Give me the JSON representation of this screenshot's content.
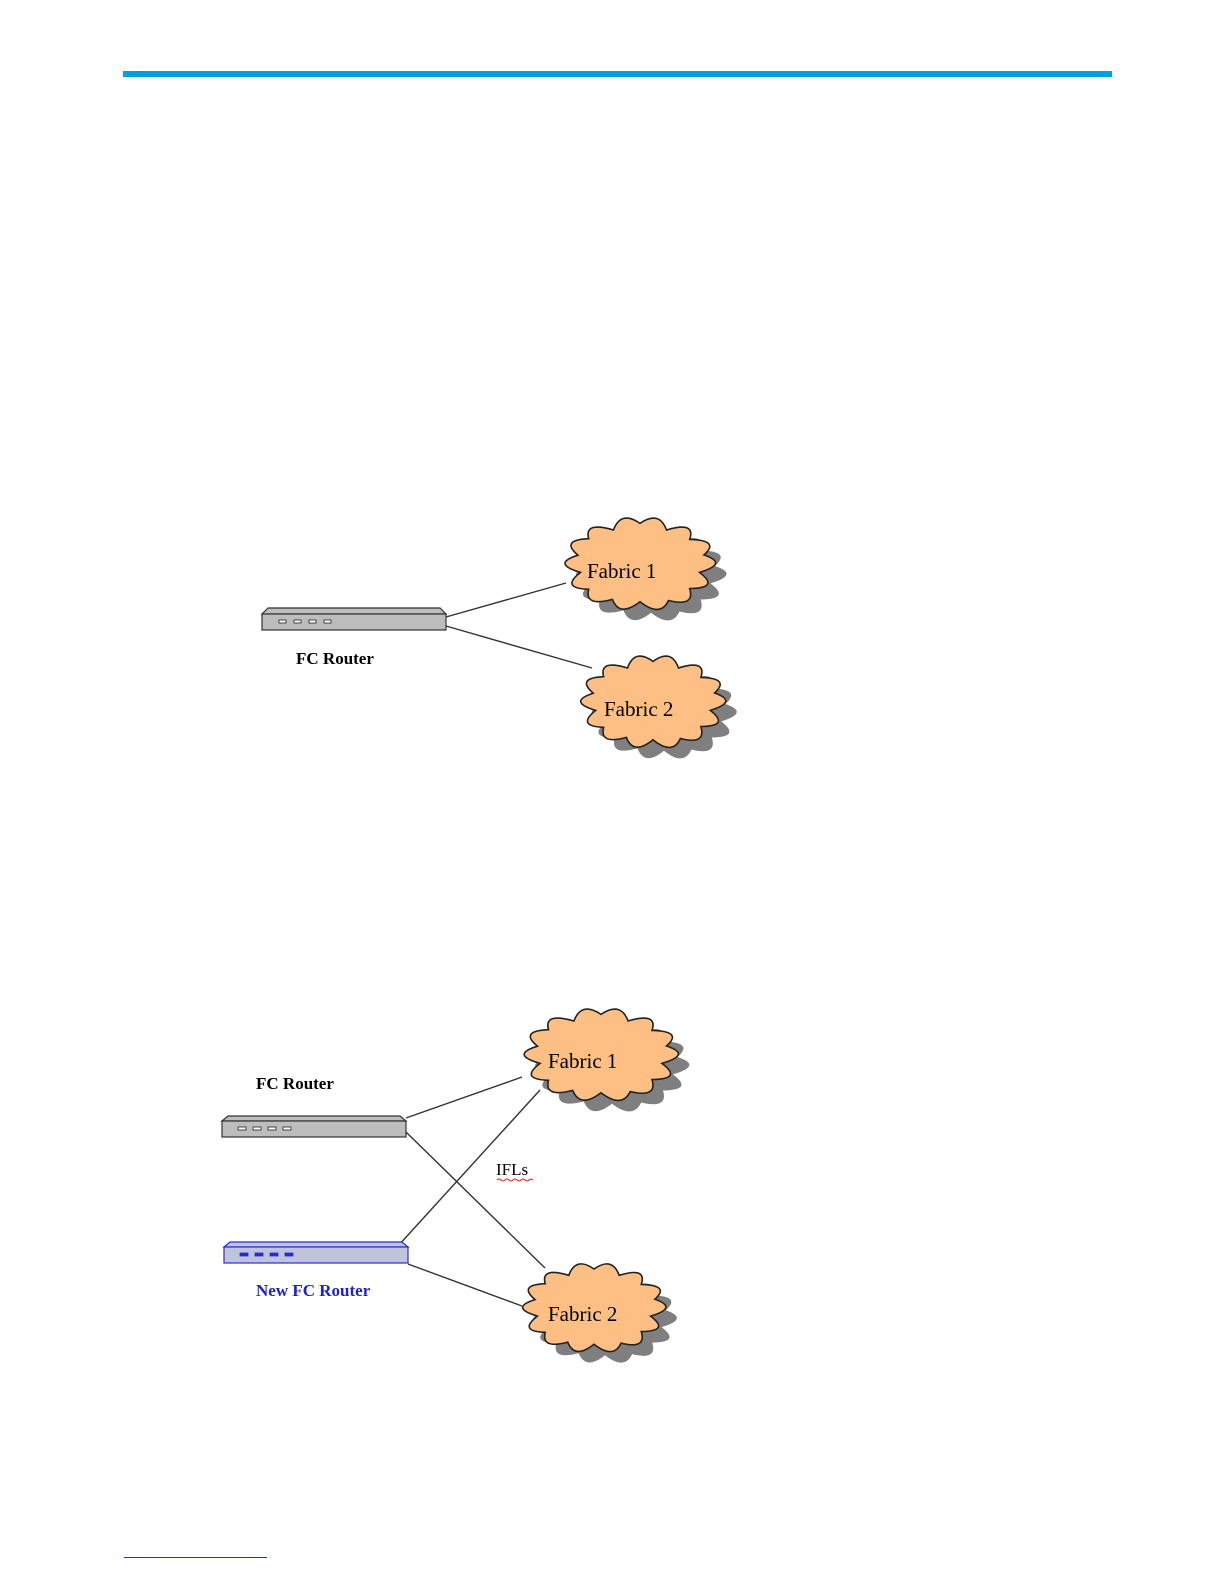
{
  "colors": {
    "accent_rule": "#00a0e0",
    "cloud_fill": "#fdbf83",
    "cloud_stroke": "#222222",
    "cloud_shadow": "#7f7f7f",
    "router_fill": "#bdbdbd",
    "router_stroke": "#333333",
    "new_router_fill": "#bfc4d6",
    "new_router_stroke": "#2b2bd6",
    "new_router_text": "#2020d0",
    "link": "#333333",
    "spellcheck_underline": "#dd2222",
    "footer_rule": "#1a3ea8"
  },
  "diagram_1": {
    "router_label": "FC Router",
    "fabric_1_label": "Fabric 1",
    "fabric_2_label": "Fabric 2"
  },
  "diagram_2": {
    "router_label": "FC Router",
    "new_router_label": "New FC Router",
    "fabric_1_label": "Fabric 1",
    "fabric_2_label": "Fabric 2",
    "ifl_label": "IFLs"
  }
}
